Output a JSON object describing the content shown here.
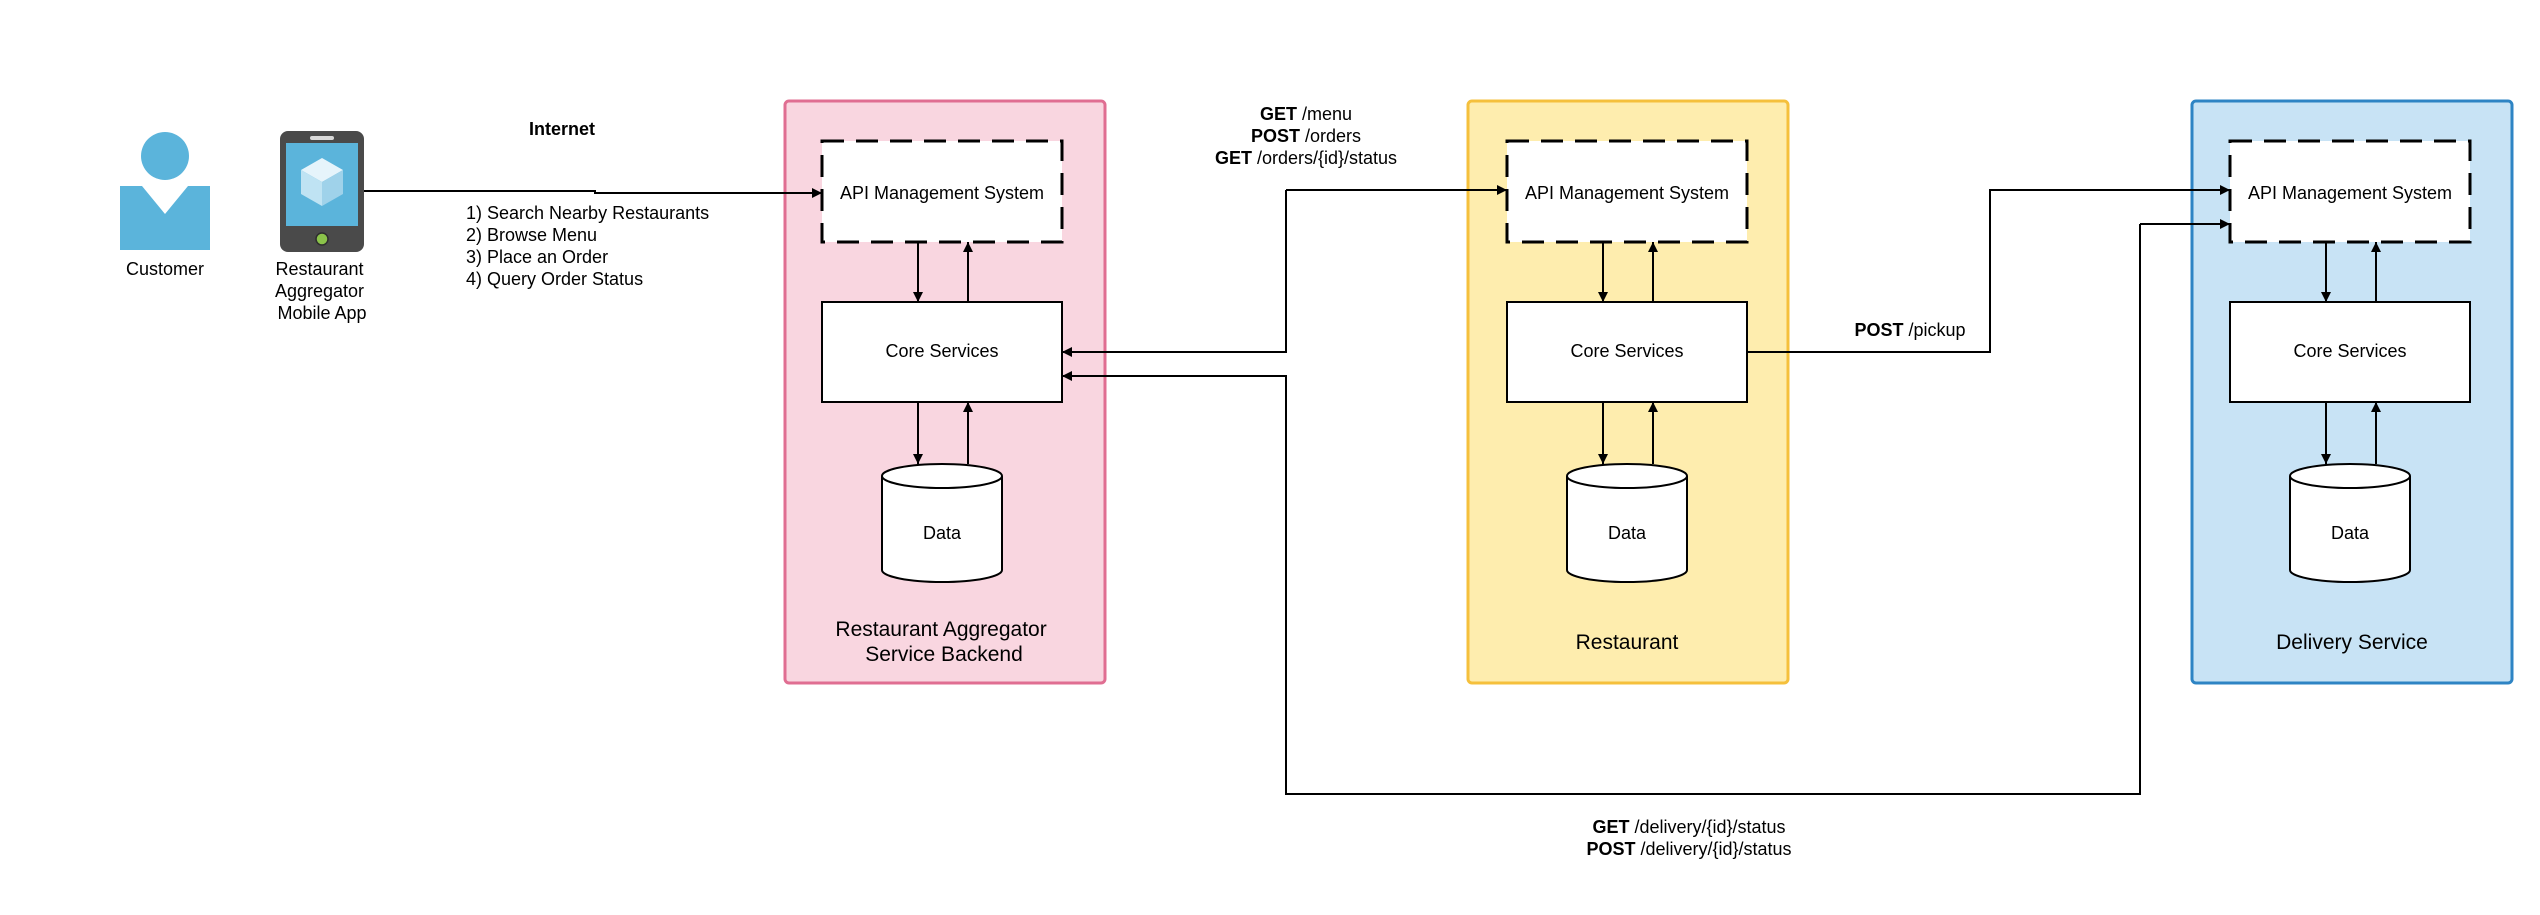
{
  "colors": {
    "aggregator_fill": "#F9D6E0",
    "aggregator_border": "#E06E92",
    "restaurant_fill": "#FEEDAE",
    "restaurant_border": "#F5C03C",
    "delivery_fill": "#C8E3F5",
    "delivery_border": "#2E84C4",
    "icon_blue": "#5BB4DB",
    "phone_dark": "#4A4A4A",
    "phone_button": "#8BC34A"
  },
  "actors": {
    "customer": {
      "icon": "person-icon",
      "label": "Customer"
    },
    "mobile_app": {
      "icon": "smartphone-app-icon",
      "label_lines": [
        "Restaurant",
        "Aggregator",
        "Mobile App"
      ]
    }
  },
  "internet": {
    "label": "Internet",
    "steps": [
      "1) Search Nearby Restaurants",
      "2) Browse Menu",
      "3) Place an Order",
      "4) Query Order Status"
    ]
  },
  "systems": {
    "aggregator": {
      "title_lines": [
        "Restaurant Aggregator",
        "Service Backend"
      ],
      "api": "API Management System",
      "core": "Core Services",
      "data": "Data"
    },
    "restaurant": {
      "title_lines": [
        "Restaurant"
      ],
      "api": "API Management System",
      "core": "Core Services",
      "data": "Data"
    },
    "delivery": {
      "title_lines": [
        "Delivery Service"
      ],
      "api": "API Management System",
      "core": "Core Services",
      "data": "Data"
    }
  },
  "calls": {
    "to_restaurant": [
      {
        "method": "GET",
        "path": " /menu"
      },
      {
        "method": "POST",
        "path": " /orders"
      },
      {
        "method": "GET",
        "path": " /orders/{id}/status"
      }
    ],
    "pickup": [
      {
        "method": "POST",
        "path": " /pickup"
      }
    ],
    "delivery_status": [
      {
        "method": "GET",
        "path": " /delivery/{id}/status"
      },
      {
        "method": "POST",
        "path": " /delivery/{id}/status"
      }
    ]
  }
}
